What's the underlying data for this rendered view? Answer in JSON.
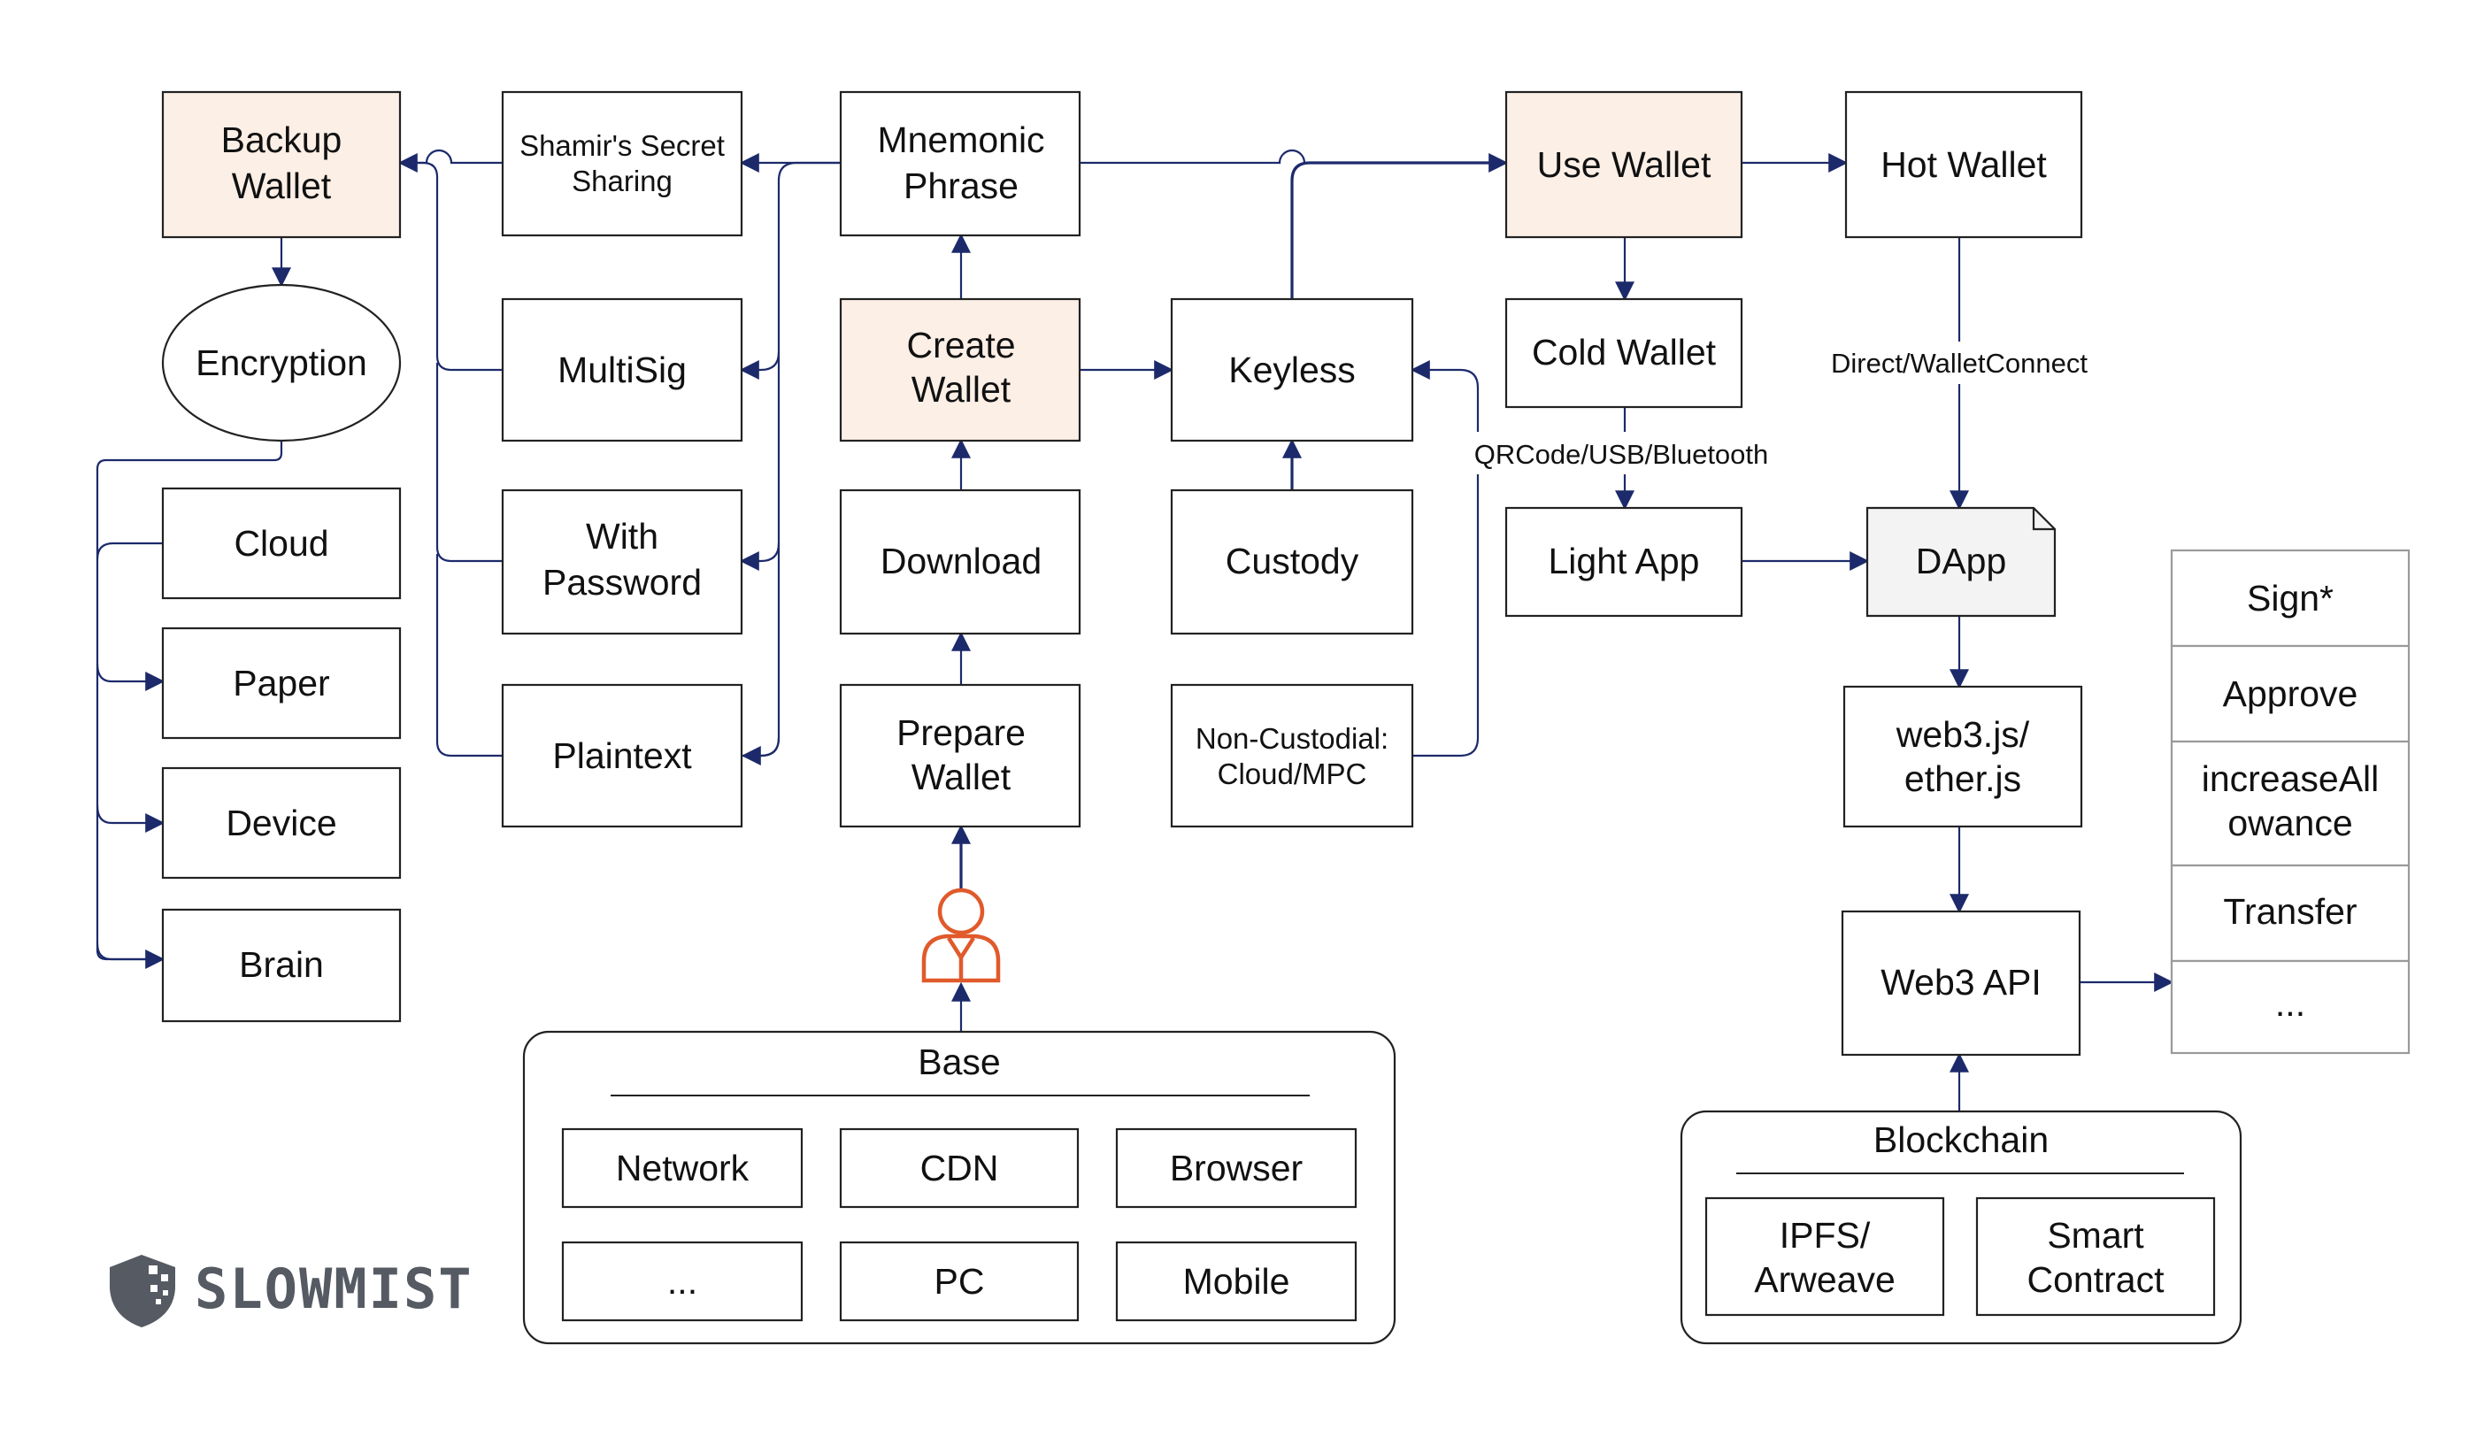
{
  "colors": {
    "arrow": "#1c2a6b",
    "highlight_fill": "#fcefe6",
    "dapp_fill": "#f3f3f3",
    "person_icon": "#e05a2b",
    "logo": "#555a63"
  },
  "icons": {
    "person": "person-icon",
    "logo": "slowmist-shield-icon"
  },
  "nodes": {
    "backup_wallet": [
      "Backup",
      "Wallet"
    ],
    "encryption": [
      "Encryption"
    ],
    "cloud": [
      "Cloud"
    ],
    "paper": [
      "Paper"
    ],
    "device": [
      "Device"
    ],
    "brain": [
      "Brain"
    ],
    "shamir": [
      "Shamir's Secret",
      "Sharing"
    ],
    "multisig": [
      "MultiSig"
    ],
    "with_password": [
      "With",
      "Password"
    ],
    "plaintext": [
      "Plaintext"
    ],
    "mnemonic": [
      "Mnemonic",
      "Phrase"
    ],
    "create_wallet": [
      "Create",
      "Wallet"
    ],
    "download": [
      "Download"
    ],
    "prepare_wallet": [
      "Prepare",
      "Wallet"
    ],
    "keyless": [
      "Keyless"
    ],
    "custody": [
      "Custody"
    ],
    "non_custodial": [
      "Non-Custodial:",
      "Cloud/MPC"
    ],
    "use_wallet": [
      "Use Wallet"
    ],
    "cold_wallet": [
      "Cold Wallet"
    ],
    "light_app": [
      "Light App"
    ],
    "hot_wallet": [
      "Hot Wallet"
    ],
    "dapp": [
      "DApp"
    ],
    "web3js": [
      "web3.js/",
      "ether.js"
    ],
    "web3api": [
      "Web3 API"
    ]
  },
  "edge_labels": {
    "qrcode": "QRCode/USB/Bluetooth",
    "walletconnect": "Direct/WalletConnect"
  },
  "base": {
    "title": "Base",
    "items": [
      "Network",
      "CDN",
      "Browser",
      "...",
      "PC",
      "Mobile"
    ]
  },
  "blockchain": {
    "title": "Blockchain",
    "items": [
      [
        "IPFS/",
        "Arweave"
      ],
      [
        "Smart",
        "Contract"
      ]
    ]
  },
  "actions": [
    [
      "Sign*"
    ],
    [
      "Approve"
    ],
    [
      "increaseAll",
      "owance"
    ],
    [
      "Transfer"
    ],
    [
      "..."
    ]
  ],
  "logo": {
    "text": "SLOWMIST"
  }
}
